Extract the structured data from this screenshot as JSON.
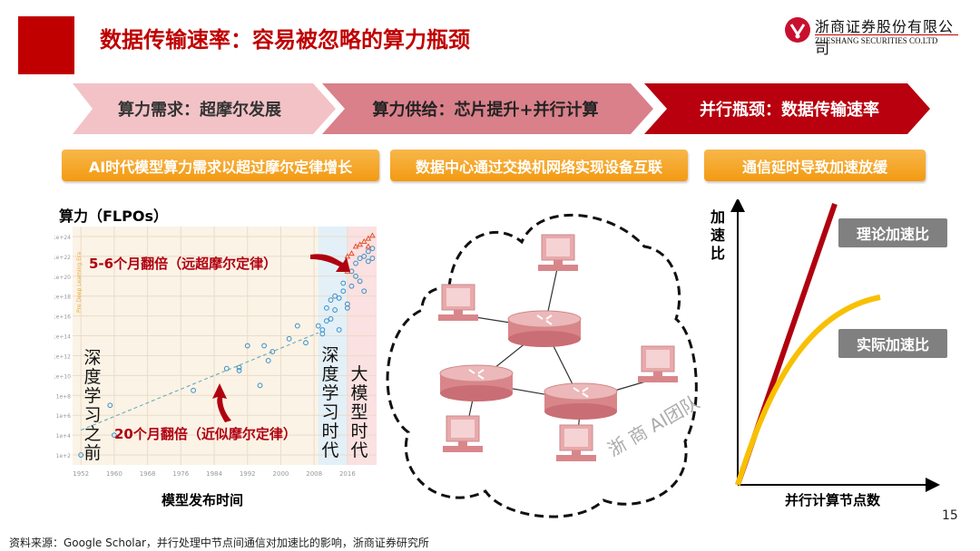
{
  "header": {
    "title": "数据传输速率：容易被忽略的算力瓶颈",
    "logo_cn": "浙商证券股份有限公司",
    "logo_en": "ZHESHANG SECURITIES CO.LTD"
  },
  "steps": [
    {
      "label": "算力需求：超摩尔发展",
      "color": "#f2c2c6"
    },
    {
      "label": "算力供给：芯片提升+并行计算",
      "color": "#d9808a"
    },
    {
      "label": "并行瓶颈：数据传输速率",
      "color": "#b8000e"
    }
  ],
  "highlights": [
    "AI时代模型算力需求以超过摩尔定律增长",
    "数据中心通过交换机网络实现设备互联",
    "通信延时导致加速放缓"
  ],
  "chart_data": [
    {
      "type": "scatter",
      "title": "算力（FLPOs）",
      "xlabel": "模型发布时间",
      "ylabel": "",
      "xlim": [
        1950,
        2023
      ],
      "ylim": [
        1,
        25
      ],
      "y_log_ticks": [
        "1e+2",
        "1e+4",
        "1e+6",
        "1e+8",
        "1e+10",
        "1e+12",
        "1e+14",
        "1e+16",
        "1e+18",
        "1e+20",
        "1e+22",
        "1e+24"
      ],
      "x_ticks": [
        "1952",
        "1960",
        "1968",
        "1976",
        "1984",
        "1992",
        "2000",
        "2008",
        "2016"
      ],
      "grid": true,
      "vertical_label": "Pre Deep Learning Era",
      "eras": [
        {
          "label": "深度学习之前",
          "from": 1950,
          "to": 2009
        },
        {
          "label": "深度学习时代",
          "from": 2009,
          "to": 2016
        },
        {
          "label": "大模型时代",
          "from": 2016,
          "to": 2023
        }
      ],
      "annotations": [
        "5-6个月翻倍（远超摩尔定律）",
        "20个月翻倍（近似摩尔定律）"
      ],
      "series": [
        {
          "marker": "circle",
          "color": "#3a8fc8",
          "points": [
            [
              1952,
              2
            ],
            [
              1959,
              7
            ],
            [
              1960,
              4
            ],
            [
              1979,
              8.5
            ],
            [
              1987,
              10.7
            ],
            [
              1990,
              10.5
            ],
            [
              1990,
              10.8
            ],
            [
              1992,
              13
            ],
            [
              1995,
              9
            ],
            [
              1996,
              13
            ],
            [
              1997,
              11.5
            ],
            [
              1998,
              12.4
            ],
            [
              2002,
              13.7
            ],
            [
              2004,
              15
            ],
            [
              2006,
              13.3
            ],
            [
              2009,
              15
            ],
            [
              2010,
              14.2
            ],
            [
              2010,
              14.6
            ],
            [
              2011,
              16.8
            ],
            [
              2011,
              15.5
            ],
            [
              2012,
              15.7
            ],
            [
              2012,
              17.6
            ],
            [
              2013,
              16.6
            ],
            [
              2013,
              18
            ],
            [
              2014,
              14.6
            ],
            [
              2014,
              17.8
            ],
            [
              2015,
              18.5
            ],
            [
              2015,
              19.3
            ],
            [
              2016,
              16.8
            ],
            [
              2016,
              17.2
            ],
            [
              2017,
              19
            ],
            [
              2017,
              20.5
            ],
            [
              2018,
              20
            ],
            [
              2018,
              21.3
            ],
            [
              2019,
              19.5
            ],
            [
              2019,
              21.8
            ],
            [
              2020,
              18.5
            ],
            [
              2020,
              22
            ],
            [
              2021,
              21.5
            ],
            [
              2021,
              22.5
            ],
            [
              2022,
              22.8
            ],
            [
              2022,
              21.8
            ]
          ]
        },
        {
          "marker": "triangle",
          "color": "#e2502e",
          "points": [
            [
              2016,
              20.5
            ],
            [
              2016,
              22
            ],
            [
              2017,
              22.3
            ],
            [
              2018,
              23
            ],
            [
              2019,
              23.2
            ],
            [
              2020,
              23.5
            ],
            [
              2021,
              23
            ],
            [
              2021,
              23.8
            ],
            [
              2022,
              24.1
            ]
          ]
        }
      ],
      "trend": [
        [
          1952,
          4.5
        ],
        [
          2009,
          14.3
        ]
      ]
    },
    {
      "type": "line",
      "xlabel": "并行计算节点数",
      "ylabel": "加速比",
      "series": [
        {
          "name": "理论加速比",
          "color": "#b00010",
          "shape": "linear"
        },
        {
          "name": "实际加速比",
          "color": "#f8c000",
          "shape": "saturating"
        }
      ]
    }
  ],
  "watermark": "浙 商  AI团队",
  "footer": "资料来源：Google Scholar，并行处理中节点间通信对加速比的影响，浙商证券研究所",
  "page": "15"
}
